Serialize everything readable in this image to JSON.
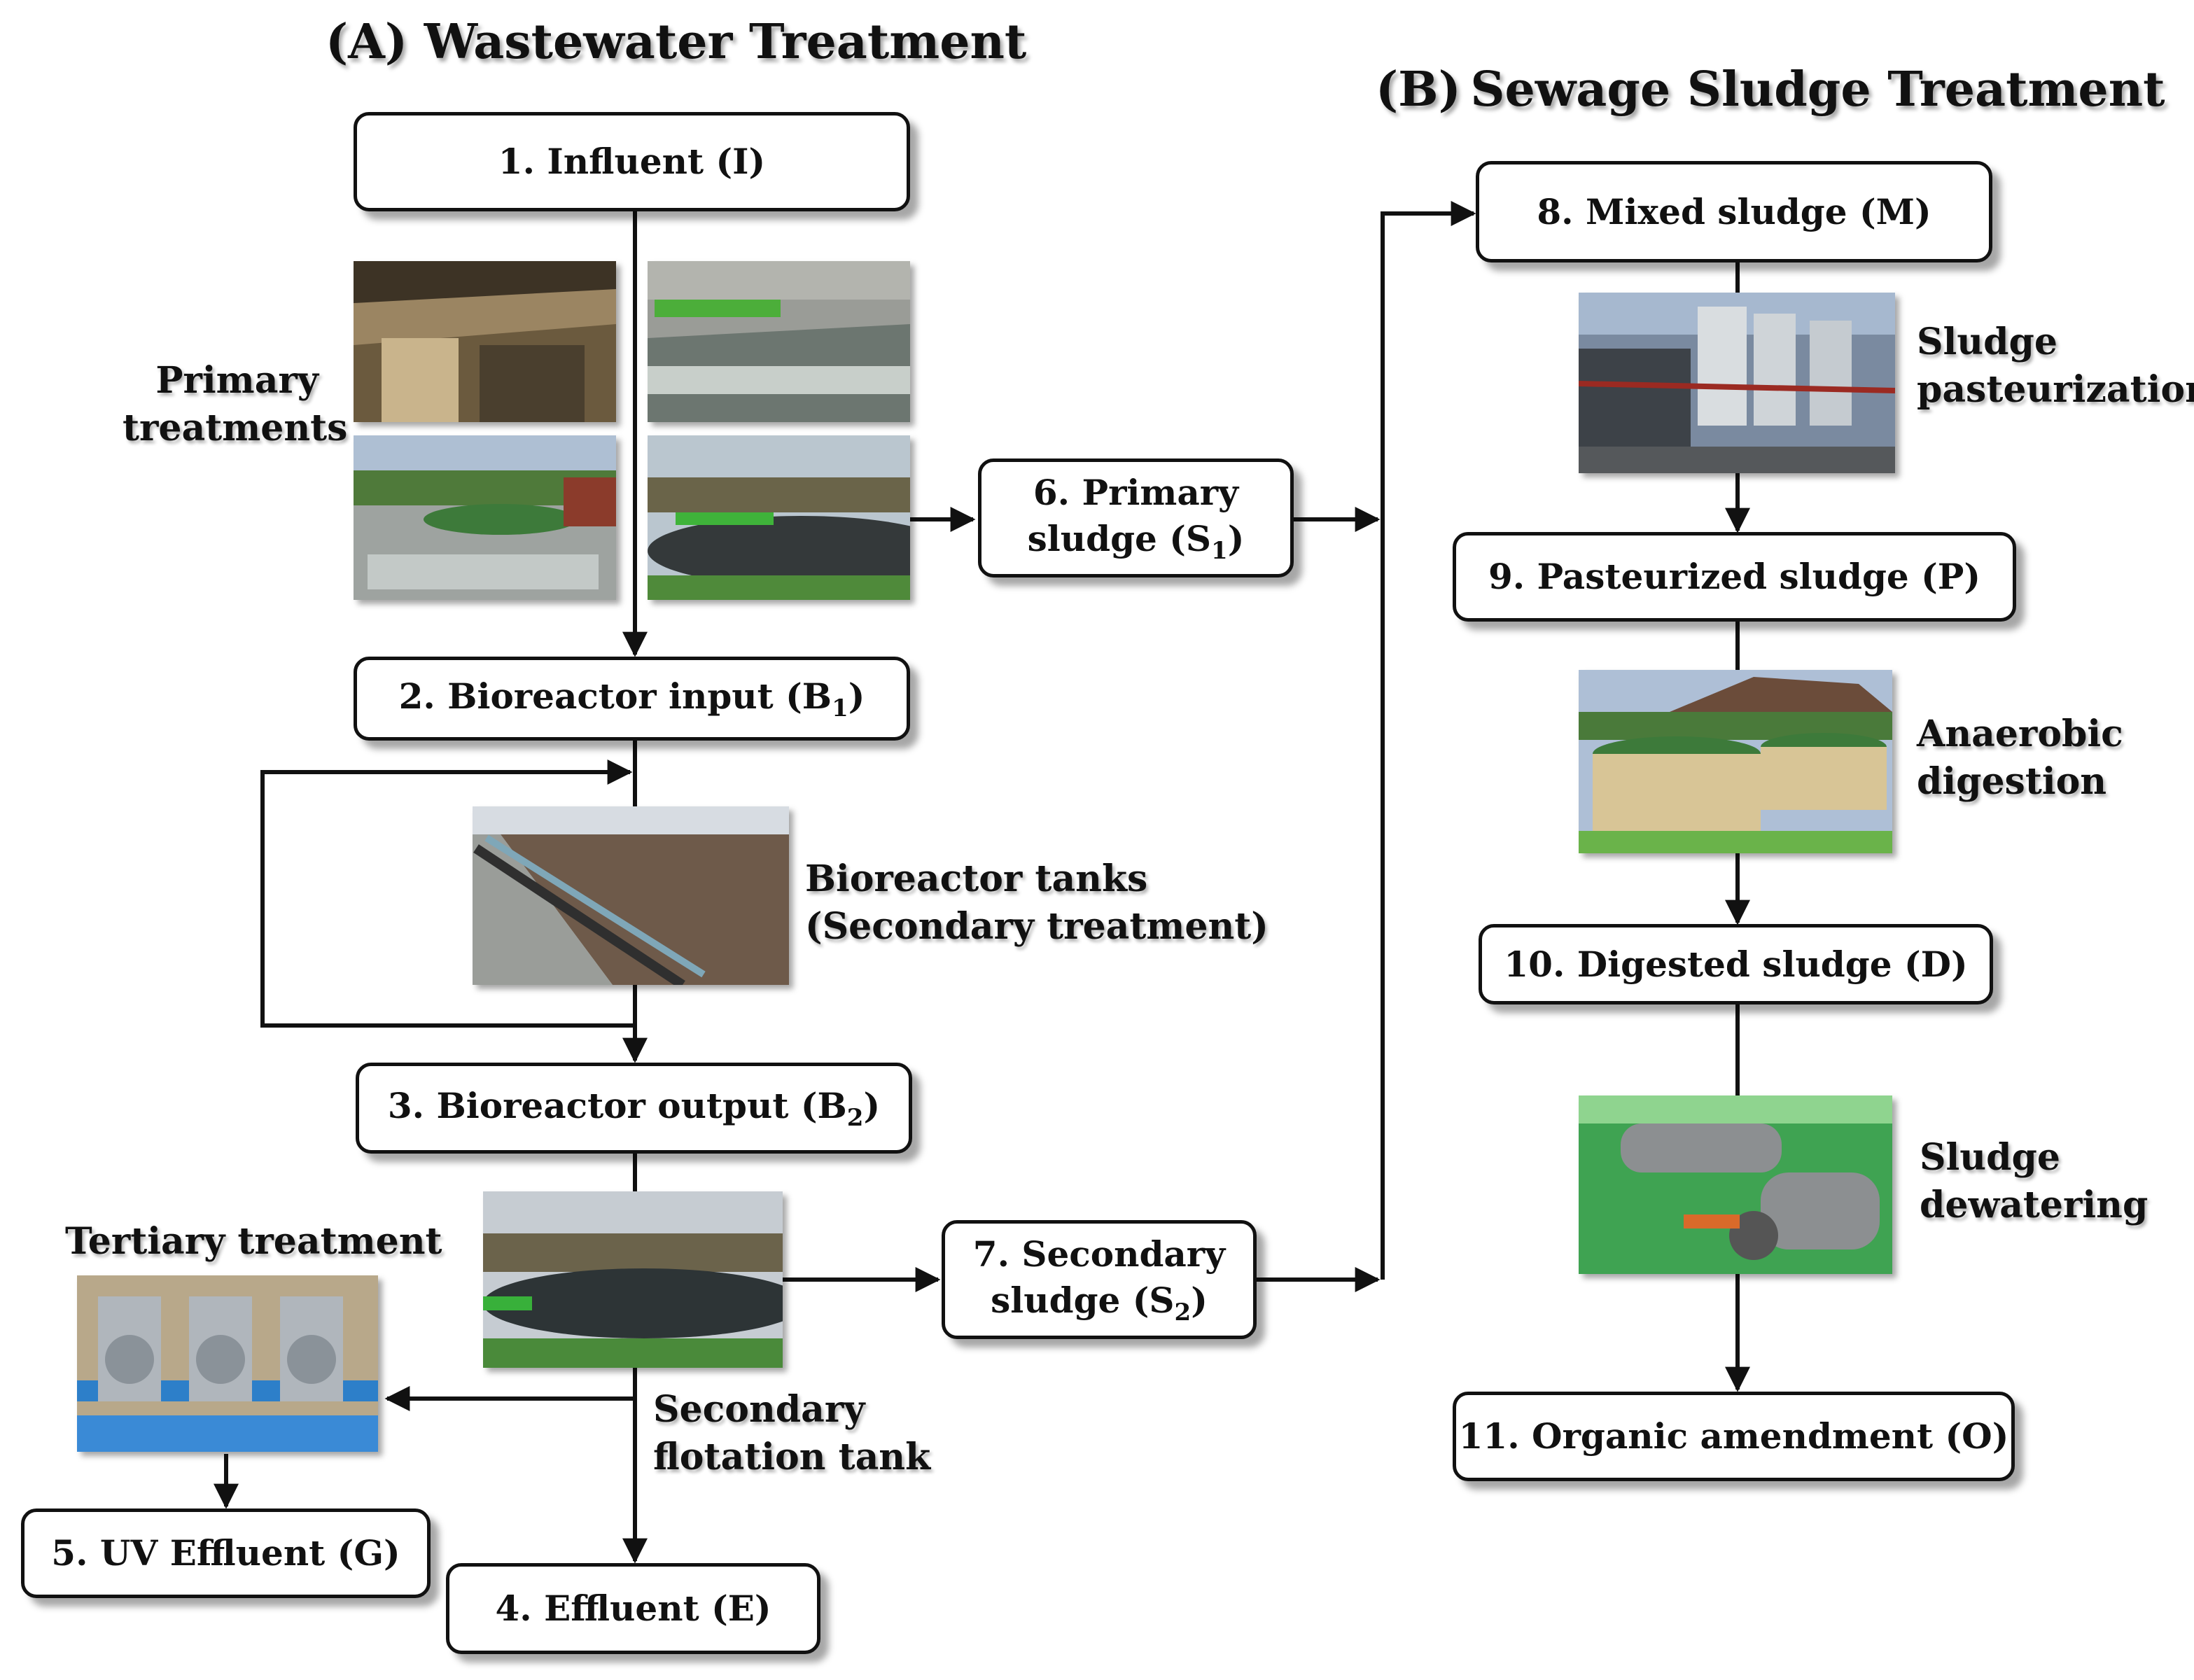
{
  "section_a": {
    "title": "(A) Wastewater Treatment"
  },
  "section_b": {
    "title": "(B) Sewage Sludge Treatment"
  },
  "nodes": {
    "influent": "1. Influent (I)",
    "bioreactor_input": {
      "main": "2. Bioreactor input (B",
      "sub": "1",
      "tail": ")"
    },
    "bioreactor_output": {
      "main": "3. Bioreactor output (B",
      "sub": "2",
      "tail": ")"
    },
    "effluent": "4. Effluent (E)",
    "uv_effluent": "5. UV Effluent (G)",
    "primary_sludge": {
      "line1": "6. Primary",
      "line2": "sludge (S",
      "sub": "1",
      "tail": ")"
    },
    "secondary_sludge": {
      "line1": "7. Secondary",
      "line2": "sludge (S",
      "sub": "2",
      "tail": ")"
    },
    "mixed_sludge": "8. Mixed sludge (M)",
    "pasteurized_sludge": "9. Pasteurized sludge (P)",
    "digested_sludge": "10. Digested sludge (D)",
    "organic_amendment": "11. Organic amendment (O)"
  },
  "labels": {
    "primary_treatments": {
      "line1": "Primary",
      "line2": "treatments"
    },
    "bioreactor_tanks": {
      "line1": "Bioreactor tanks",
      "line2": "(Secondary treatment)"
    },
    "tertiary_treatment": "Tertiary treatment",
    "secondary_flotation": {
      "line1": "Secondary",
      "line2": "flotation tank"
    },
    "sludge_pasteurization": {
      "line1": "Sludge",
      "line2": "pasteurization"
    },
    "anaerobic_digestion": {
      "line1": "Anaerobic",
      "line2": "digestion"
    },
    "sludge_dewatering": {
      "line1": "Sludge",
      "line2": "dewatering"
    }
  },
  "colors": {
    "line": "#111111",
    "box_border": "#111111",
    "background": "#ffffff"
  }
}
